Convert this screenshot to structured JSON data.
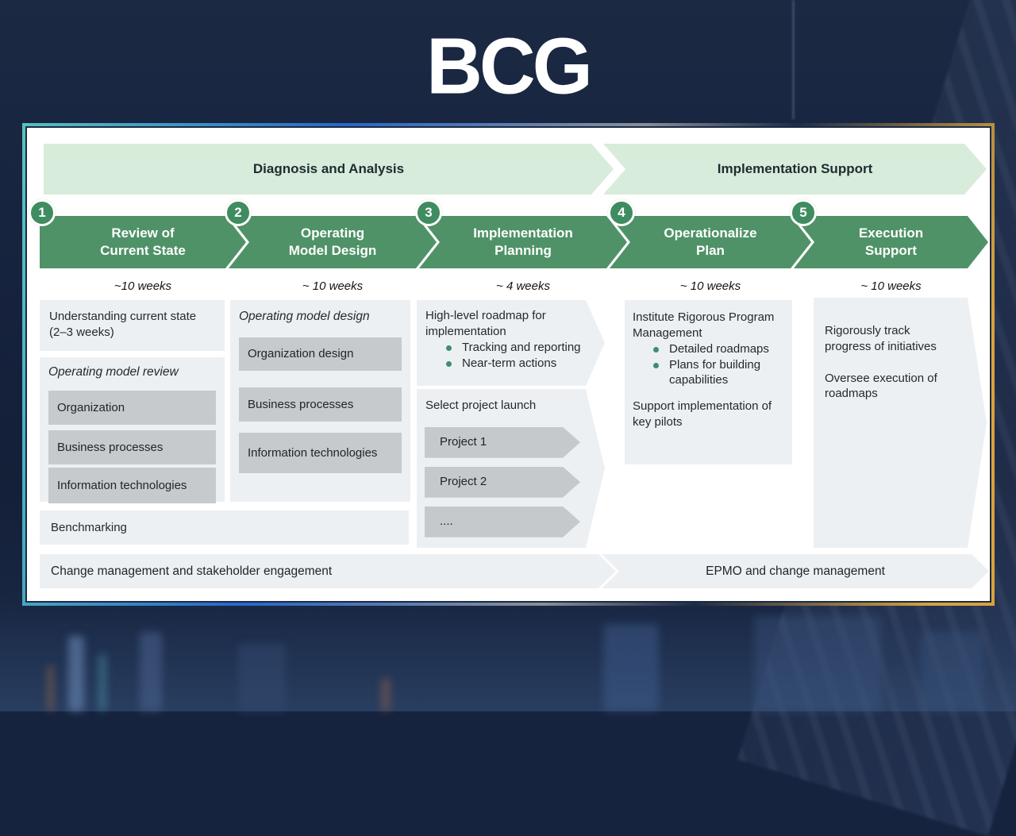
{
  "logo": "BCG",
  "banner": {
    "diagnosis": "Diagnosis and Analysis",
    "implementation": "Implementation Support"
  },
  "phases": [
    {
      "number": "1",
      "title": "Review of\nCurrent State",
      "duration": "~10 weeks"
    },
    {
      "number": "2",
      "title": "Operating\nModel Design",
      "duration": "~ 10 weeks"
    },
    {
      "number": "3",
      "title": "Implementation\nPlanning",
      "duration": "~ 4 weeks"
    },
    {
      "number": "4",
      "title": "Operationalize\nPlan",
      "duration": "~ 10 weeks"
    },
    {
      "number": "5",
      "title": "Execution\nSupport",
      "duration": "~ 10 weeks"
    }
  ],
  "columns": {
    "review": {
      "understanding": "Understanding current state (2–3 weeks)",
      "model_review_header": "Operating model review",
      "model_review_items": [
        "Organization",
        "Business processes",
        "Information technologies"
      ],
      "benchmarking": "Benchmarking"
    },
    "design": {
      "header": "Operating model design",
      "items": [
        "Organization design",
        "Business processes",
        "Information technologies"
      ]
    },
    "planning": {
      "roadmap_title": "High-level roadmap for implementation",
      "roadmap_bullets": [
        "Tracking and reporting",
        "Near-term actions"
      ],
      "select_title": "Select project launch",
      "projects": [
        "Project 1",
        "Project 2",
        "...."
      ]
    },
    "operationalize": {
      "program_title": "Institute Rigorous Program Management",
      "program_bullets": [
        "Detailed roadmaps",
        "Plans for building capabilities"
      ],
      "pilots": "Support implementation of key pilots"
    },
    "execution": {
      "track": "Rigorously track progress of initiatives",
      "oversee": "Oversee execution of roadmaps"
    }
  },
  "bottom": {
    "change_mgmt": "Change management and stakeholder engagement",
    "epmo": "EPMO and change management"
  },
  "colors": {
    "phase_green": "#4f9267",
    "circle_green": "#3f8c60",
    "banner_green": "#d7ecda",
    "box_gray": "#edf0f3",
    "item_gray": "#c7cacc",
    "bullet_green": "#3e8e6b",
    "border_teal": "#55c3bd",
    "border_blue": "#2767ca",
    "border_gold": "#d9a23b",
    "background_navy": "#16233e"
  }
}
